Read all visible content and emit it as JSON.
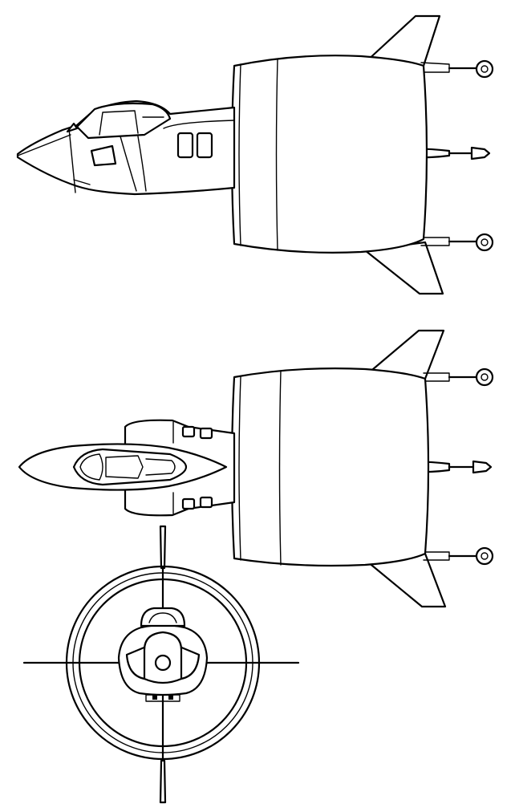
{
  "drawing": {
    "type": "three-view line drawing",
    "colors": {
      "line": "#000000",
      "background": "#ffffff"
    },
    "views": [
      "side-view",
      "top-view",
      "front-view"
    ]
  }
}
